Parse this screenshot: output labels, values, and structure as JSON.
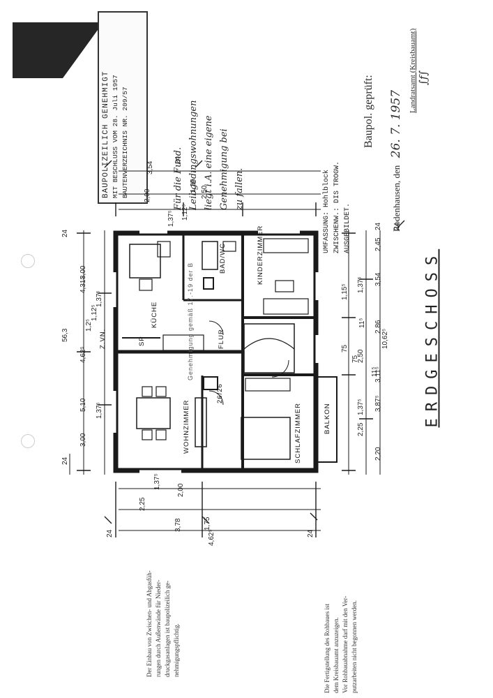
{
  "stamp": {
    "line1": "BAUPOLIZEILICH GENEHMIGT",
    "line2": "MIT BESCHLUSS VOM 28. Juli 1957",
    "line3": "BAUTENVERZEICHNIS NR. 209/57"
  },
  "handwritten_note": {
    "line1": "Für die Fund.",
    "line2": "Leibgedingswohnungen",
    "line3": "liegt i.A. eine eigene",
    "line4": "Genehmigung bei",
    "line5": "zu fallen."
  },
  "approval": {
    "title": "Baupol. geprüft:",
    "place_date_prefix": "Rodenhausen, den",
    "date": "26. 7. 1957",
    "authority": "Landratsamt (Kreisbauamt)"
  },
  "construction_note": {
    "line1": "UMFASSUNG: Hohlblock",
    "line2": "ZWISCHENW.: DIS TROGW.",
    "line3": "AUSGEBILDET."
  },
  "floor_title": "ERDGESCHOSS",
  "rooms": {
    "kitchen": "KÜCHE",
    "bath": "BAD/WC",
    "child": "KINDERZIMMER",
    "living": "WOHNZIMMER",
    "bedroom": "SCHLAFZIMMER",
    "hall": "FLUR",
    "balcony": "BALKON",
    "sp": "SP",
    "lift": "Z.VN."
  },
  "overlay_text": "Genehmigung gemäß 17.-19 der B",
  "dims_top": [
    "24",
    "4,31⁵",
    "3,00",
    "1,12⁵",
    "1,37⁵",
    "56,3",
    "4,62⁵",
    "5,10",
    "1,37⁵",
    "3,00",
    "24",
    "1,2⁵"
  ],
  "dims_right": [
    "2,20",
    "2,25",
    "1,37⁵",
    "3,87⁵",
    "3,11⁵",
    "2,50",
    "2,86",
    "1,37⁵",
    "3,54",
    "2,45",
    "24",
    "10,62⁵",
    "1,15⁵",
    "75",
    "75",
    "11⁵",
    "11⁵",
    "24"
  ],
  "dims_left": [
    "3,54",
    "2,50",
    "2,00",
    "1,37⁵",
    "1,12⁵",
    "1,25",
    "24",
    "2,00",
    "1,37⁵",
    "2,25",
    "3,78",
    "4,62⁵",
    "24",
    "1,75",
    "24"
  ],
  "note_left": {
    "line1": "Der Einbau von Zwischen- und Abgasfüh-",
    "line2": "rungen durch Außenwände für Nieder-",
    "line3": "druckgasanlagen ist baupolizeilich ge-",
    "line4": "nehmigungspflichtig."
  },
  "note_right": {
    "line1": "Die Fertigstellung des Rohbaues ist",
    "line2": "dem Kreisbauamt anzuzeigen.",
    "line3": "Vor Rohbauabnahme darf mit den Ver-",
    "line4": "putzarbeiten nicht begonnen werden."
  },
  "stair_label": "26/26",
  "colors": {
    "ink": "#1e1e1e",
    "paper": "#ffffff",
    "wall": "#1a1a1a"
  }
}
